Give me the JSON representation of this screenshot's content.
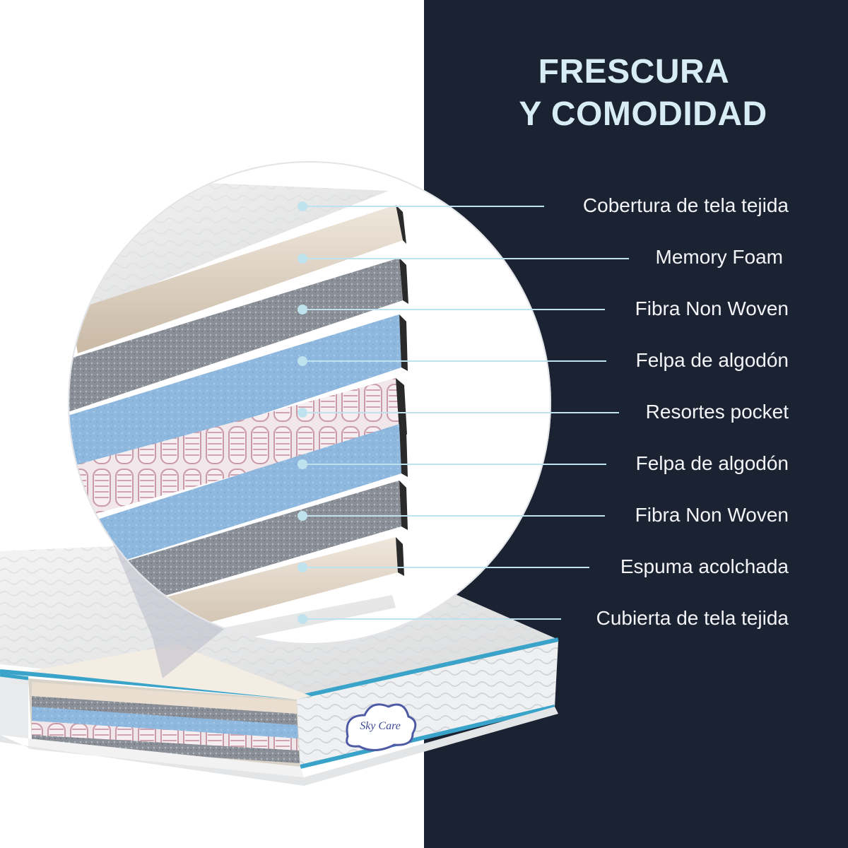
{
  "headline": {
    "line1": "FRESCURA",
    "line2": "Y COMODIDAD"
  },
  "brand_logo_text": "Sky Care",
  "layers": [
    {
      "label": "Cobertura de tela tejida"
    },
    {
      "label": "Memory Foam"
    },
    {
      "label": "Fibra Non Woven"
    },
    {
      "label": "Felpa de algodón"
    },
    {
      "label": "Resortes pocket"
    },
    {
      "label": "Felpa de algodón"
    },
    {
      "label": "Fibra Non Woven"
    },
    {
      "label": "Espuma acolchada"
    },
    {
      "label": "Cubierta de tela tejida"
    }
  ],
  "colors": {
    "panel": "#1b2232",
    "headline": "#d7ecf5",
    "label": "#f2f4f7",
    "leader_line": "#bfe3ee",
    "accent_blue": "#3aa3c9"
  }
}
